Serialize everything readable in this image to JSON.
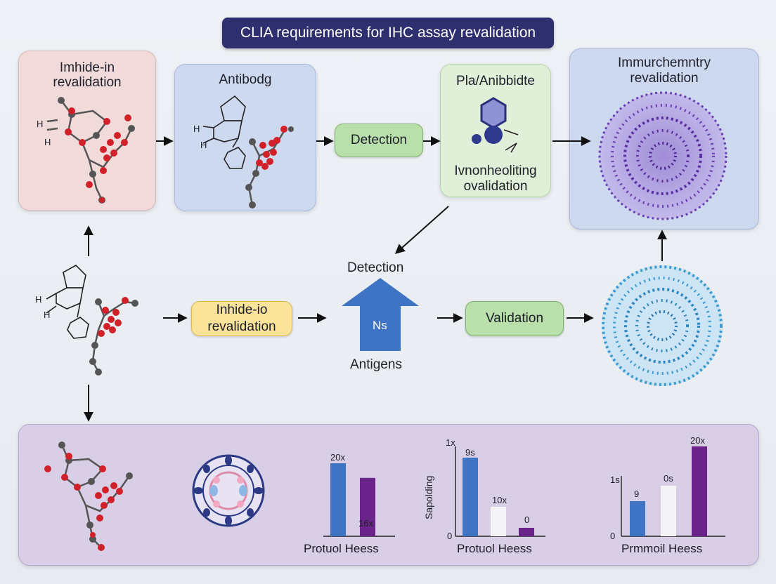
{
  "title": "CLIA requirements for IHC assay revalidation",
  "panels": {
    "p1": {
      "line1": "Imhide-in",
      "line2": "revalidation"
    },
    "p2": {
      "line1": "Antibodg"
    },
    "p3": {
      "line1": "Pla/Anibbidte",
      "line2": "Ivnonheoliting",
      "line3": "ovalidation"
    },
    "p4": {
      "line1": "Immurchemntry",
      "line2": "revalidation"
    }
  },
  "pills": {
    "detection_top": "Detection",
    "inhide_line1": "Inhide-io",
    "inhide_line2": "revalidation",
    "validation": "Validation"
  },
  "center": {
    "detection_label": "Detection",
    "arrow_text": "Ns",
    "antigens_label": "Antigens"
  },
  "molecule_labels": {
    "h": "H"
  },
  "colors": {
    "pink_panel": "#f1dada",
    "blue_panel": "#cdd9ef",
    "green_panel": "#e0f0d8",
    "purple_panel": "#d8cfe6",
    "bar_blue": "#3f73c4",
    "bar_purple": "#6a2489",
    "bar_white": "#f4f4f6"
  },
  "charts": {
    "c1": {
      "top_label": "20x",
      "bar2_label": "16x",
      "xlabel": "Protuol Heess"
    },
    "c2": {
      "y_top": "1x",
      "y_bottom": "0",
      "ylabel": "Sapolding",
      "bar1_label": "9s",
      "bar2_label": "10x",
      "bar3_label": "0",
      "xlabel": "Protuol Heess"
    },
    "c3": {
      "y_top": "1s",
      "y_bottom": "0",
      "bar1_label": "9",
      "bar2_label": "0s",
      "bar3_label": "20x",
      "xlabel": "Prmmoil Heess"
    }
  },
  "chart_data": [
    {
      "type": "bar",
      "categories": [
        "",
        ""
      ],
      "values": [
        20,
        16
      ],
      "xlabel": "Protuol Heess",
      "ylabel": ""
    },
    {
      "type": "bar",
      "categories": [
        "",
        "",
        ""
      ],
      "values": [
        9,
        10,
        0
      ],
      "xlabel": "Protuol Heess",
      "ylabel": "Sapolding"
    },
    {
      "type": "bar",
      "categories": [
        "",
        "",
        ""
      ],
      "values": [
        9,
        0,
        20
      ],
      "xlabel": "Prmmoil Heess",
      "ylabel": ""
    }
  ]
}
